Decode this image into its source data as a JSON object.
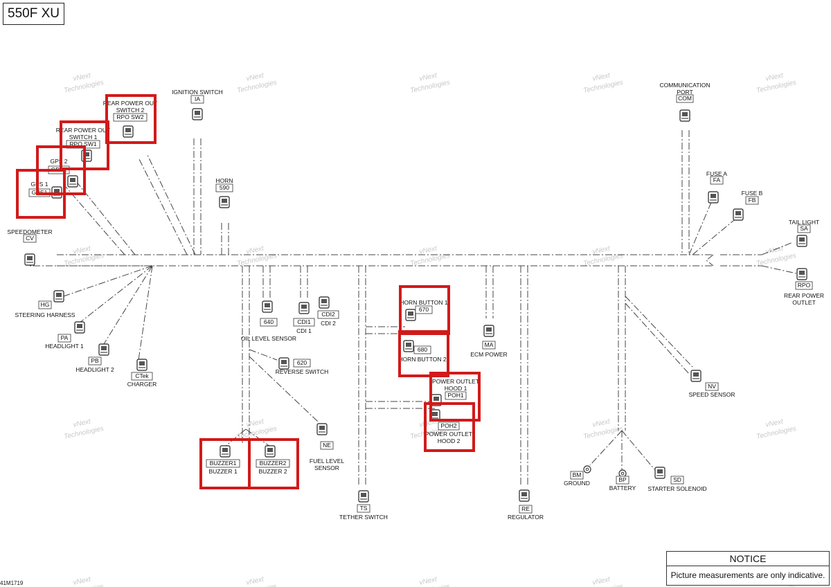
{
  "title": "550F XU",
  "doc_id": "41M1719",
  "notice": {
    "heading": "NOTICE",
    "text": "Picture measurements are only indicative."
  },
  "watermark": {
    "line1": "vNext",
    "line2": "Technologies"
  },
  "connectors": [
    {
      "id": "rpo_sw2",
      "label": "REAR POWER OUT SWITCH 2",
      "code": "RPO SW2",
      "highlighted": true,
      "icon": "connector-plug-icon"
    },
    {
      "id": "rpo_sw1",
      "label": "REAR POWER OUT SWITCH 1",
      "code": "RPO SW1",
      "highlighted": true,
      "icon": "connector-plug-icon"
    },
    {
      "id": "gps2",
      "label": "GPS 2",
      "code": "GPS2",
      "highlighted": true,
      "icon": "connector-plug-icon"
    },
    {
      "id": "gps1",
      "label": "GPS 1",
      "code": "GPS1",
      "highlighted": true,
      "icon": "connector-plug-icon"
    },
    {
      "id": "ia",
      "label": "IGNITION SWITCH",
      "code": "IA",
      "highlighted": false,
      "icon": "connector-plug-icon"
    },
    {
      "id": "horn",
      "label": "HORN",
      "code": "590",
      "highlighted": false,
      "icon": "connector-plug-icon"
    },
    {
      "id": "com",
      "label": "COMMUNICATION PORT",
      "code": "COM",
      "highlighted": false,
      "icon": "connector-plug-icon"
    },
    {
      "id": "fa",
      "label": "FUSE A",
      "code": "FA",
      "highlighted": false,
      "icon": "connector-plug-icon"
    },
    {
      "id": "fb",
      "label": "FUSE B",
      "code": "FB",
      "highlighted": false,
      "icon": "connector-plug-icon"
    },
    {
      "id": "sa",
      "label": "TAIL LIGHT",
      "code": "SA",
      "highlighted": false,
      "icon": "connector-plug-icon"
    },
    {
      "id": "rpo",
      "label": "REAR POWER OUTLET",
      "code": "RPO",
      "highlighted": false,
      "icon": "connector-plug-icon"
    },
    {
      "id": "cv",
      "label": "SPEEDOMETER",
      "code": "CV",
      "highlighted": false,
      "icon": "connector-plug-icon"
    },
    {
      "id": "hg",
      "label": "STEERING HARNESS",
      "code": "HG",
      "highlighted": false,
      "icon": "connector-plug-icon"
    },
    {
      "id": "pa",
      "label": "HEADLIGHT 1",
      "code": "PA",
      "highlighted": false,
      "icon": "connector-plug-icon"
    },
    {
      "id": "pb",
      "label": "HEADLIGHT 2",
      "code": "PB",
      "highlighted": false,
      "icon": "connector-plug-icon"
    },
    {
      "id": "ctek",
      "label": "CHARGER",
      "code": "CTek",
      "highlighted": false,
      "icon": "connector-plug-icon"
    },
    {
      "id": "oil",
      "label": "OIL LEVEL SENSOR",
      "code": "640",
      "highlighted": false,
      "icon": "connector-plug-icon"
    },
    {
      "id": "cdi1",
      "label": "CDI 1",
      "code": "CDI1",
      "highlighted": false,
      "icon": "connector-plug-icon"
    },
    {
      "id": "cdi2",
      "label": "CDI 2",
      "code": "CDI2",
      "highlighted": false,
      "icon": "connector-plug-icon"
    },
    {
      "id": "rev",
      "label": "REVERSE SWITCH",
      "code": "620",
      "highlighted": false,
      "icon": "connector-plug-icon"
    },
    {
      "id": "ne",
      "label": "FUEL LEVEL SENSOR",
      "code": "NE",
      "highlighted": false,
      "icon": "connector-plug-icon"
    },
    {
      "id": "hb1",
      "label": "HORN BUTTON 1",
      "code": "670",
      "highlighted": true,
      "icon": "connector-plug-icon"
    },
    {
      "id": "hb2",
      "label": "HORN BUTTON 2",
      "code": "680",
      "highlighted": true,
      "icon": "connector-plug-icon"
    },
    {
      "id": "ma",
      "label": "ECM POWER",
      "code": "MA",
      "highlighted": false,
      "icon": "connector-plug-icon"
    },
    {
      "id": "poh1",
      "label": "POWER OUTLET HOOD 1",
      "code": "POH1",
      "highlighted": true,
      "icon": "connector-plug-icon"
    },
    {
      "id": "poh2",
      "label": "POWER OUTLET HOOD 2",
      "code": "POH2",
      "highlighted": true,
      "icon": "connector-plug-icon"
    },
    {
      "id": "buz1",
      "label": "BUZZER 1",
      "code": "BUZZER1",
      "highlighted": true,
      "icon": "connector-plug-icon"
    },
    {
      "id": "buz2",
      "label": "BUZZER 2",
      "code": "BUZZER2",
      "highlighted": true,
      "icon": "connector-plug-icon"
    },
    {
      "id": "ts",
      "label": "TETHER SWITCH",
      "code": "TS",
      "highlighted": false,
      "icon": "connector-plug-icon"
    },
    {
      "id": "re",
      "label": "REGULATOR",
      "code": "RE",
      "highlighted": false,
      "icon": "connector-plug-icon"
    },
    {
      "id": "nv",
      "label": "SPEED SENSOR",
      "code": "NV",
      "highlighted": false,
      "icon": "connector-plug-icon"
    },
    {
      "id": "bm",
      "label": "GROUND",
      "code": "BM",
      "highlighted": false,
      "icon": "ring-terminal-icon"
    },
    {
      "id": "bp",
      "label": "BATTERY",
      "code": "BP",
      "highlighted": false,
      "icon": "ring-terminal-icon"
    },
    {
      "id": "sd",
      "label": "STARTER SOLENOID",
      "code": "SD",
      "highlighted": false,
      "icon": "connector-plug-icon"
    }
  ],
  "colors": {
    "highlight": "#d11a1a",
    "wire": "#444444",
    "watermark": "#c8c8c8"
  }
}
